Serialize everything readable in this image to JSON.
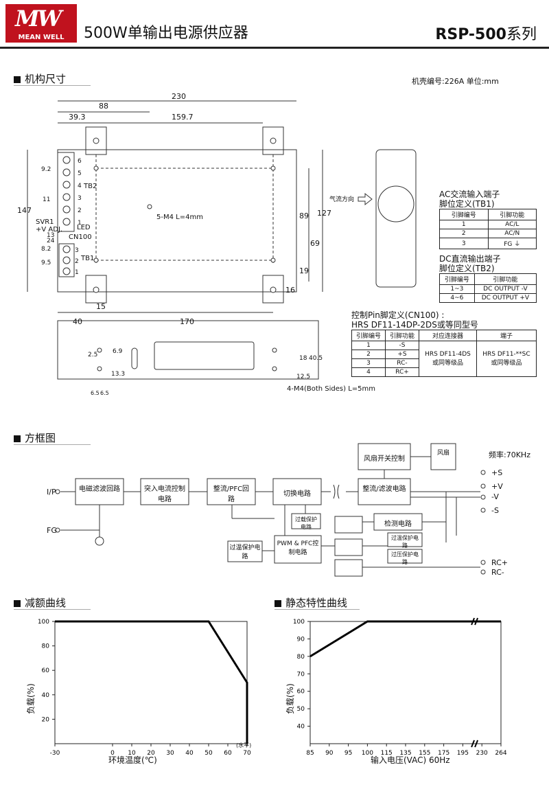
{
  "header": {
    "logo_mark": "MW",
    "logo_text": "MEAN WELL",
    "title": "500W单输出电源供应器",
    "model": "RSP-500",
    "model_suffix": "系列"
  },
  "mechanical": {
    "section_title": "机构尺寸",
    "case_info": "机壳编号:226A   单位:mm",
    "dims": {
      "d230": "230",
      "d88": "88",
      "d39_3": "39.3",
      "d159_7": "159.7",
      "d147": "147",
      "d9_2": "9.2",
      "d11": "11",
      "d8_2": "8.2",
      "d9_5": "9.5",
      "d89": "89",
      "d127": "127",
      "d69": "69",
      "d19": "19",
      "d16": "16",
      "d15": "15",
      "d40": "40",
      "d170": "170",
      "d2_5": "2.5",
      "d6_9": "6.9",
      "d13_3": "13.3",
      "d18": "18",
      "d40_5": "40.5",
      "d12_5": "12.5",
      "d6_5a": "6.5",
      "d6_5b": "6.5"
    },
    "labels": {
      "tb2": "TB2",
      "tb1": "TB1",
      "svr1": "SVR1",
      "v_adj": "+V ADJ.",
      "led": "LED",
      "cn100": "CN100",
      "cn_13": "13",
      "cn_24": "24",
      "screw_top": "5-M4 L=4mm",
      "screw_side": "4-M4(Both Sides) L=5mm",
      "airflow": "气流方向"
    },
    "tb2_pins": [
      "6",
      "5",
      "4",
      "3",
      "2",
      "1"
    ],
    "tb1_pins": [
      "3",
      "2",
      "1"
    ]
  },
  "ac_table": {
    "title_line1": "AC交流输入端子",
    "title_line2": "脚位定义(TB1)",
    "headers": [
      "引脚编号",
      "引脚功能"
    ],
    "rows": [
      [
        "1",
        "AC/L"
      ],
      [
        "2",
        "AC/N"
      ],
      [
        "3",
        "FG ⏚"
      ]
    ]
  },
  "dc_table": {
    "title_line1": "DC直流输出端子",
    "title_line2": "脚位定义(TB2)",
    "headers": [
      "引脚编号",
      "引脚功能"
    ],
    "rows": [
      [
        "1~3",
        "DC OUTPUT -V"
      ],
      [
        "4~6",
        "DC OUTPUT +V"
      ]
    ]
  },
  "cn_table": {
    "title_line1": "控制Pin脚定义(CN100) :",
    "title_line2": "HRS DF11-14DP-2DS或等同型号",
    "headers": [
      "引脚编号",
      "引脚功能",
      "对应连接器",
      "端子"
    ],
    "rows": [
      [
        "1",
        "-S"
      ],
      [
        "2",
        "+S"
      ],
      [
        "3",
        "RC-"
      ],
      [
        "4",
        "RC+"
      ]
    ],
    "connector": "HRS DF11-4DS",
    "connector_note": "或同等级品",
    "terminal": "HRS DF11-**SC",
    "terminal_note": "或同等级品"
  },
  "block": {
    "section_title": "方框图",
    "freq": "频率:70KHz",
    "blocks": {
      "emi": "电磁滤波回路",
      "inrush": "突入电流控制电路",
      "pfc": "整流/PFC回路",
      "switch": "切换电路",
      "rect": "整流/滤波电路",
      "fan_ctrl": "风扇开关控制",
      "fan": "风扇",
      "ocp": "过载保护电路",
      "otp": "过温保护电路",
      "pwm": "PWM & PFC控制电路",
      "detect": "检测电路",
      "ocp2": "过温保护电路",
      "ovp": "过压保护电路"
    },
    "io": {
      "ip": "I/P",
      "fg": "FG",
      "s_plus": "+S",
      "v_plus": "+V",
      "v_minus": "-V",
      "s_minus": "-S",
      "rc_plus": "RC+",
      "rc_minus": "RC-"
    }
  },
  "derating": {
    "section_title": "减额曲线",
    "ylabel": "负载(%)",
    "xlabel": "环境温度(℃)",
    "x_unit": "(水平)",
    "chart_data": {
      "type": "line",
      "x": [
        -30,
        50,
        70,
        70
      ],
      "y": [
        100,
        100,
        50,
        0
      ],
      "xticks": [
        "-30",
        "0",
        "10",
        "20",
        "30",
        "40",
        "50",
        "60",
        "70"
      ],
      "yticks": [
        "20",
        "40",
        "60",
        "80",
        "100"
      ],
      "xlim": [
        -30,
        70
      ],
      "ylim": [
        0,
        100
      ]
    }
  },
  "static": {
    "section_title": "静态特性曲线",
    "ylabel": "负载(%)",
    "xlabel": "输入电压(VAC) 60Hz",
    "chart_data": {
      "type": "line",
      "x": [
        "85",
        "100",
        "264"
      ],
      "y": [
        80,
        100,
        100
      ],
      "xticks": [
        "85",
        "90",
        "95",
        "100",
        "115",
        "135",
        "155",
        "175",
        "195",
        "230",
        "264"
      ],
      "yticks": [
        "40",
        "50",
        "60",
        "70",
        "80",
        "90",
        "100"
      ],
      "ylim": [
        30,
        100
      ]
    }
  }
}
